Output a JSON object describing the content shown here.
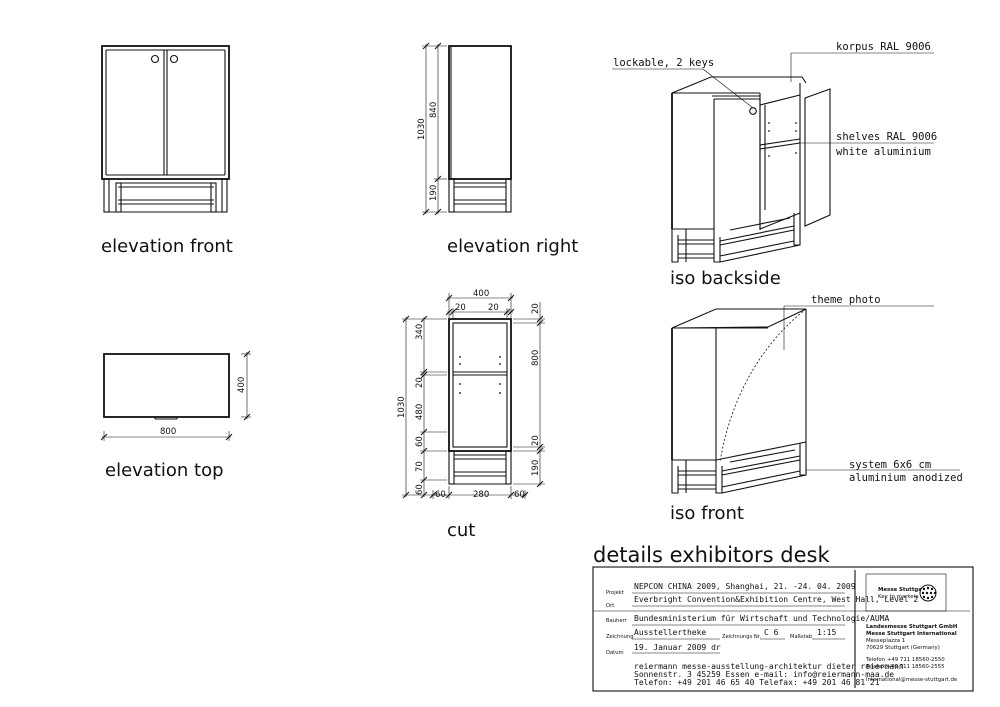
{
  "views": {
    "front": "elevation front",
    "right": "elevation right",
    "top": "elevation top",
    "cut": "cut",
    "iso_back": "iso backside",
    "iso_front": "iso front"
  },
  "dims": {
    "right_total": "1030",
    "right_upper": "840",
    "right_base": "190",
    "top_width": "800",
    "top_depth": "400",
    "cut_width": "400",
    "cut_side_l": "20",
    "cut_side_r": "20",
    "cut_left_total": "1030",
    "cut_left_340": "340",
    "cut_left_20": "20",
    "cut_left_480": "480",
    "cut_left_60": "60",
    "cut_left_70": "70",
    "cut_left_60b": "60",
    "cut_bot_60l": "60",
    "cut_bot_280": "280",
    "cut_bot_60r": "60",
    "cut_right_20top": "20",
    "cut_right_800": "800",
    "cut_right_20mid": "20",
    "cut_right_190": "190"
  },
  "annotations": {
    "korpus": "korpus RAL 9006",
    "lockable": "lockable, 2 keys",
    "shelves": "shelves RAL 9006",
    "shelves_sub": "white aluminium",
    "theme_photo": "theme photo",
    "system": "system 6x6 cm",
    "system_sub": "aluminium anodized"
  },
  "sheet_title": "details exhibitors desk",
  "title_block": {
    "projekt_label": "Projekt",
    "projekt": "NEPCON CHINA 2009, Shanghai, 21. -24. 04. 2009",
    "ort_label": "Ort",
    "ort": "Everbright Convention&Exhibition Centre, West Hall, Level 2",
    "bauherr_label": "Bauherr",
    "bauherr": "Bundesministerium für Wirtschaft und Technologie/AUMA",
    "zeichnung_label": "Zeichnung",
    "zeichnung": "Ausstellertheke",
    "znr_label": "Zeichnungs Nr.",
    "znr": "C 6",
    "massstab_label": "Maßstab",
    "massstab": "1:15",
    "datum_label": "Datum",
    "datum": "19. Januar 2009 dr",
    "office_1": "reiermann messe-ausstellung-architektur dieter reiermann",
    "office_2": "Sonnenstr. 3 45259 Essen e-mail: info@reiermann-maa.de",
    "office_3": "Telefon: +49 201 46 65 40 Telefax: +49 201 46 81 21",
    "logo_name": "Messe Stuttgart",
    "logo_tag": "Key to markets",
    "org_1": "Landesmesse Stuttgart GmbH",
    "org_2": "Messe Stuttgart International",
    "org_3": "Messeplazza 1",
    "org_4": "70629 Stuttgart (Germany)",
    "org_tel": "Telefon +49 711 18560-2550",
    "org_fax": "Telefax +49 711 18560-2555",
    "org_web": "international@messe-stuttgart.de"
  }
}
